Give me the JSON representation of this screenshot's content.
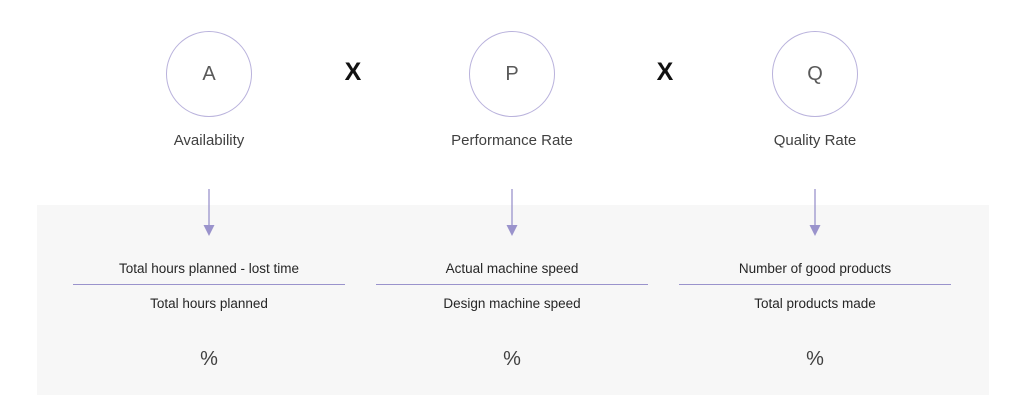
{
  "operator": "X",
  "factors": [
    {
      "letter": "A",
      "name": "Availability",
      "numerator": "Total hours planned - lost time",
      "denominator": "Total hours planned",
      "unit": "%"
    },
    {
      "letter": "P",
      "name": "Performance Rate",
      "numerator": "Actual machine speed",
      "denominator": "Design machine speed",
      "unit": "%"
    },
    {
      "letter": "Q",
      "name": "Quality Rate",
      "numerator": "Number of good products",
      "denominator": "Total products made",
      "unit": "%"
    }
  ],
  "colors": {
    "accent": "#9a93cc",
    "circle_border": "#b9b2dc",
    "panel_background": "#f7f7f7"
  }
}
